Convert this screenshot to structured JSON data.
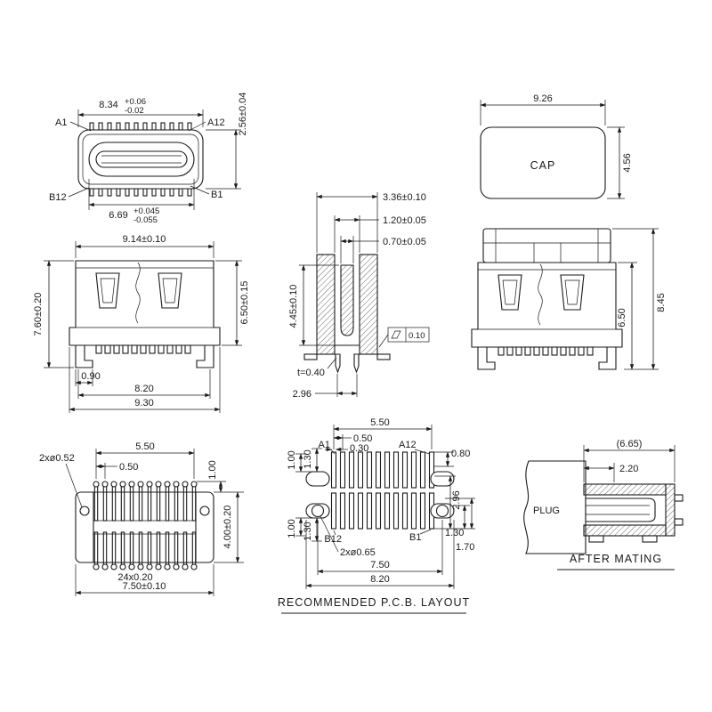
{
  "style": {
    "ink": "#1a1a1a",
    "paper": "#ffffff"
  },
  "views": {
    "frontFace": {
      "a1": "A1",
      "a12": "A12",
      "b12": "B12",
      "b1": "B1",
      "widthMain": "8.34",
      "widthPlus": "+0.06",
      "widthMinus": "-0.02",
      "height": "2.56±0.04",
      "slotMain": "6.69",
      "slotPlus": "+0.045",
      "slotMinus": "-0.055"
    },
    "frontBody": {
      "width": "9.14±0.10",
      "heightOverall": "7.60±0.20",
      "heightBody": "6.50±0.15",
      "legWidth": "0.90",
      "pinSpan": "8.20",
      "overallWidth": "9.30"
    },
    "sideSection": {
      "shellWidth": "3.36±0.10",
      "slotWidth": "1.20±0.05",
      "tongueWidth": "0.70±0.05",
      "depth": "4.45±0.10",
      "flatness": "0.10",
      "thickness": "t=0.40",
      "pinSpan": "2.96"
    },
    "cap": {
      "label": "CAP",
      "width": "9.26",
      "height": "4.56"
    },
    "sideAssembly": {
      "bodyHeight": "6.50",
      "totalHeight": "8.45"
    },
    "bottomView": {
      "postHoles": "2xø0.52",
      "contactSpan": "5.50",
      "pitch": "0.50",
      "tailLength": "1.00",
      "rowSpan": "4.00±0.20",
      "contactCount": "24x0.20",
      "bodyWidth": "7.50±0.10"
    },
    "pcb": {
      "a1": "A1",
      "a12": "A12",
      "b12": "B12",
      "b1": "B1",
      "padSpan": "5.50",
      "pitch": "0.50",
      "padWidth": "0.30",
      "padTop": "0.80",
      "rowGap": "2.96",
      "leftTopOuter": "1.00",
      "leftTopInner": "1.30",
      "leftBottomOuter": "1.00",
      "leftBottomInner": "1.30",
      "rightBottomInner": "1.30",
      "rightBottomOuter": "1.70",
      "holes": "2xø0.65",
      "holeSpan": "7.50",
      "footprintWidth": "8.20",
      "title": "RECOMMENDED  P.C.B. LAYOUT"
    },
    "mated": {
      "plugLabel": "PLUG",
      "refLength": "(6.65)",
      "matedDepth": "2.20",
      "title": "AFTER MATING"
    }
  }
}
